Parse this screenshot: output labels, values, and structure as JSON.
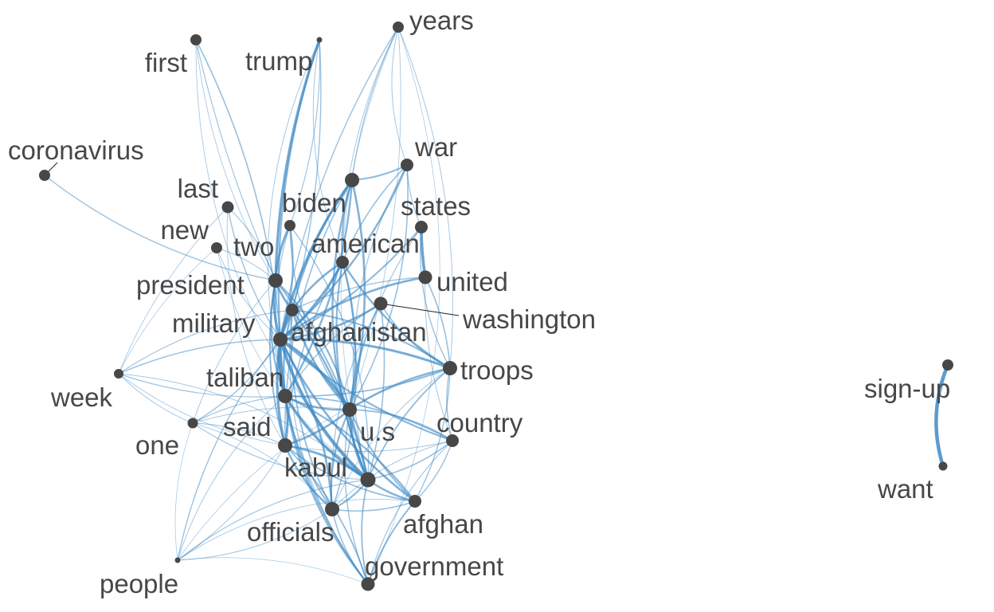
{
  "network": {
    "nodes": [
      {
        "id": "years",
        "label": "years"
      },
      {
        "id": "first",
        "label": "first"
      },
      {
        "id": "trump",
        "label": "trump"
      },
      {
        "id": "coronavirus",
        "label": "coronavirus"
      },
      {
        "id": "war",
        "label": "war"
      },
      {
        "id": "last",
        "label": "last"
      },
      {
        "id": "biden",
        "label": "biden"
      },
      {
        "id": "states",
        "label": "states"
      },
      {
        "id": "new",
        "label": "new"
      },
      {
        "id": "two",
        "label": "two"
      },
      {
        "id": "american",
        "label": "american"
      },
      {
        "id": "president",
        "label": "president"
      },
      {
        "id": "united",
        "label": "united"
      },
      {
        "id": "military",
        "label": "military"
      },
      {
        "id": "washington",
        "label": "washington"
      },
      {
        "id": "afghanistan",
        "label": "afghanistan"
      },
      {
        "id": "troops",
        "label": "troops"
      },
      {
        "id": "week",
        "label": "week"
      },
      {
        "id": "taliban",
        "label": "taliban"
      },
      {
        "id": "said",
        "label": "said"
      },
      {
        "id": "country",
        "label": "country"
      },
      {
        "id": "us",
        "label": "u.s"
      },
      {
        "id": "one",
        "label": "one"
      },
      {
        "id": "kabul",
        "label": "kabul"
      },
      {
        "id": "afghan",
        "label": "afghan"
      },
      {
        "id": "officials",
        "label": "officials"
      },
      {
        "id": "government",
        "label": "government"
      },
      {
        "id": "people",
        "label": "people"
      },
      {
        "id": "signup",
        "label": "sign-up"
      },
      {
        "id": "want",
        "label": "want"
      }
    ],
    "colors": {
      "edge": "#3f8ac4",
      "node": "#474747",
      "label": "#474747"
    }
  }
}
